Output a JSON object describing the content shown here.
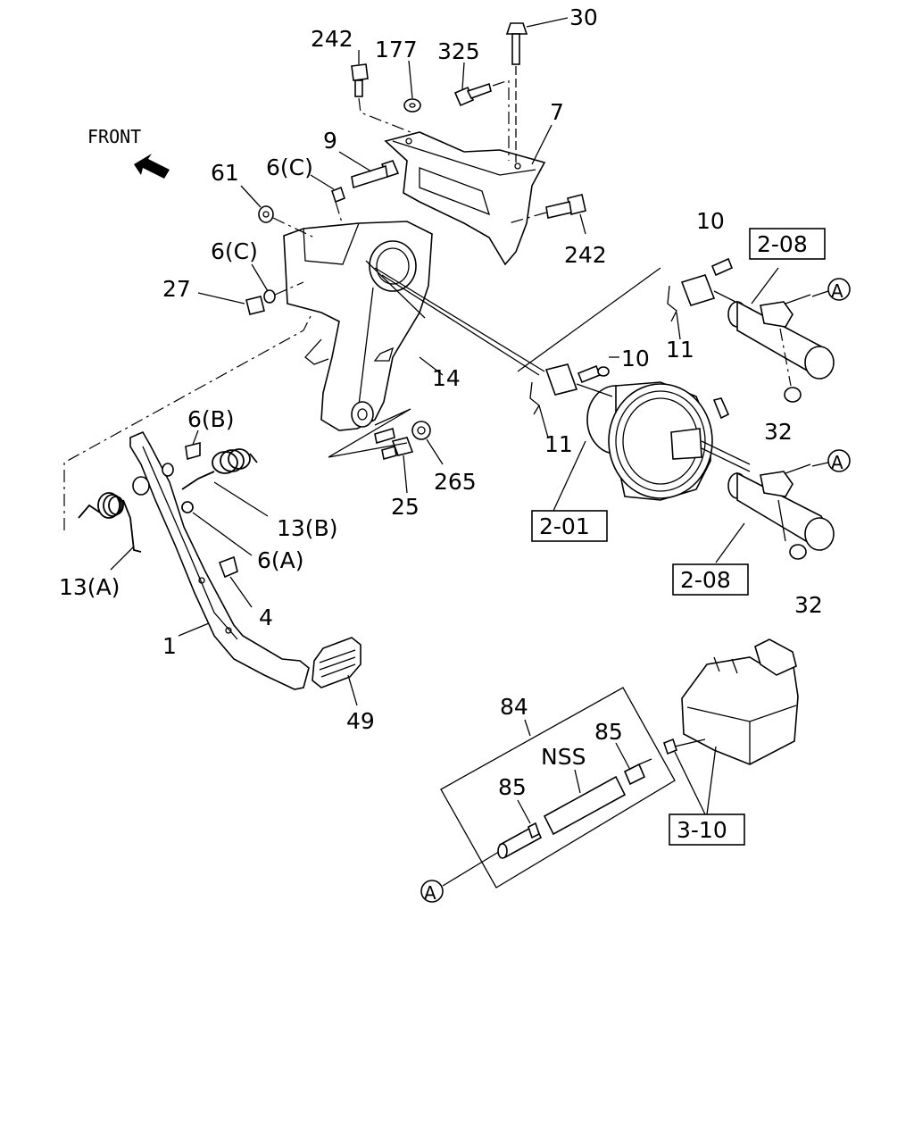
{
  "front_label": "FRONT",
  "callout_A": "A",
  "labels": {
    "l30": "30",
    "l242a": "242",
    "l177": "177",
    "l325": "325",
    "l7": "7",
    "l9": "9",
    "l6c1": "6(C)",
    "l61": "61",
    "l6c2": "6(C)",
    "l27": "27",
    "l242b": "242",
    "l10a": "10",
    "l11a": "11",
    "l10b": "10",
    "l14": "14",
    "l11b": "11",
    "l32a": "32",
    "l32b": "32",
    "l6b": "6(B)",
    "l265": "265",
    "l25": "25",
    "l13b": "13(B)",
    "l6a": "6(A)",
    "l13a": "13(A)",
    "l4": "4",
    "l1": "1",
    "l49": "49",
    "l84": "84",
    "l85a": "85",
    "lNSS": "NSS",
    "l85b": "85"
  },
  "boxed": {
    "b208a": "2-08",
    "b201": "2-01",
    "b208b": "2-08",
    "b310": "3-10"
  }
}
